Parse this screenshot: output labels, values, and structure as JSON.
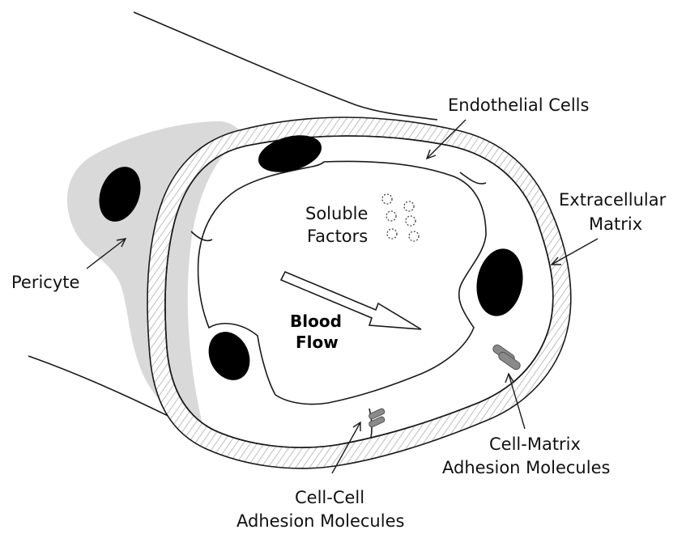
{
  "diagram": {
    "labels": {
      "endothelial_cells": "Endothelial Cells",
      "extracellular_matrix_line1": "Extracellular",
      "extracellular_matrix_line2": "Matrix",
      "pericyte": "Pericyte",
      "soluble_factors_line1": "Soluble",
      "soluble_factors_line2": "Factors",
      "blood_flow_line1": "Blood",
      "blood_flow_line2": "Flow",
      "cell_matrix_line1": "Cell-Matrix",
      "cell_matrix_line2": "Adhesion Molecules",
      "cell_cell_line1": "Cell-Cell",
      "cell_cell_line2": "Adhesion Molecules"
    },
    "colors": {
      "pericyte_fill": "#d9d9d9",
      "matrix_hatch": "#bdbdbd",
      "nucleus": "#000000",
      "adhesion_molecule": "#8a8a8a"
    }
  }
}
